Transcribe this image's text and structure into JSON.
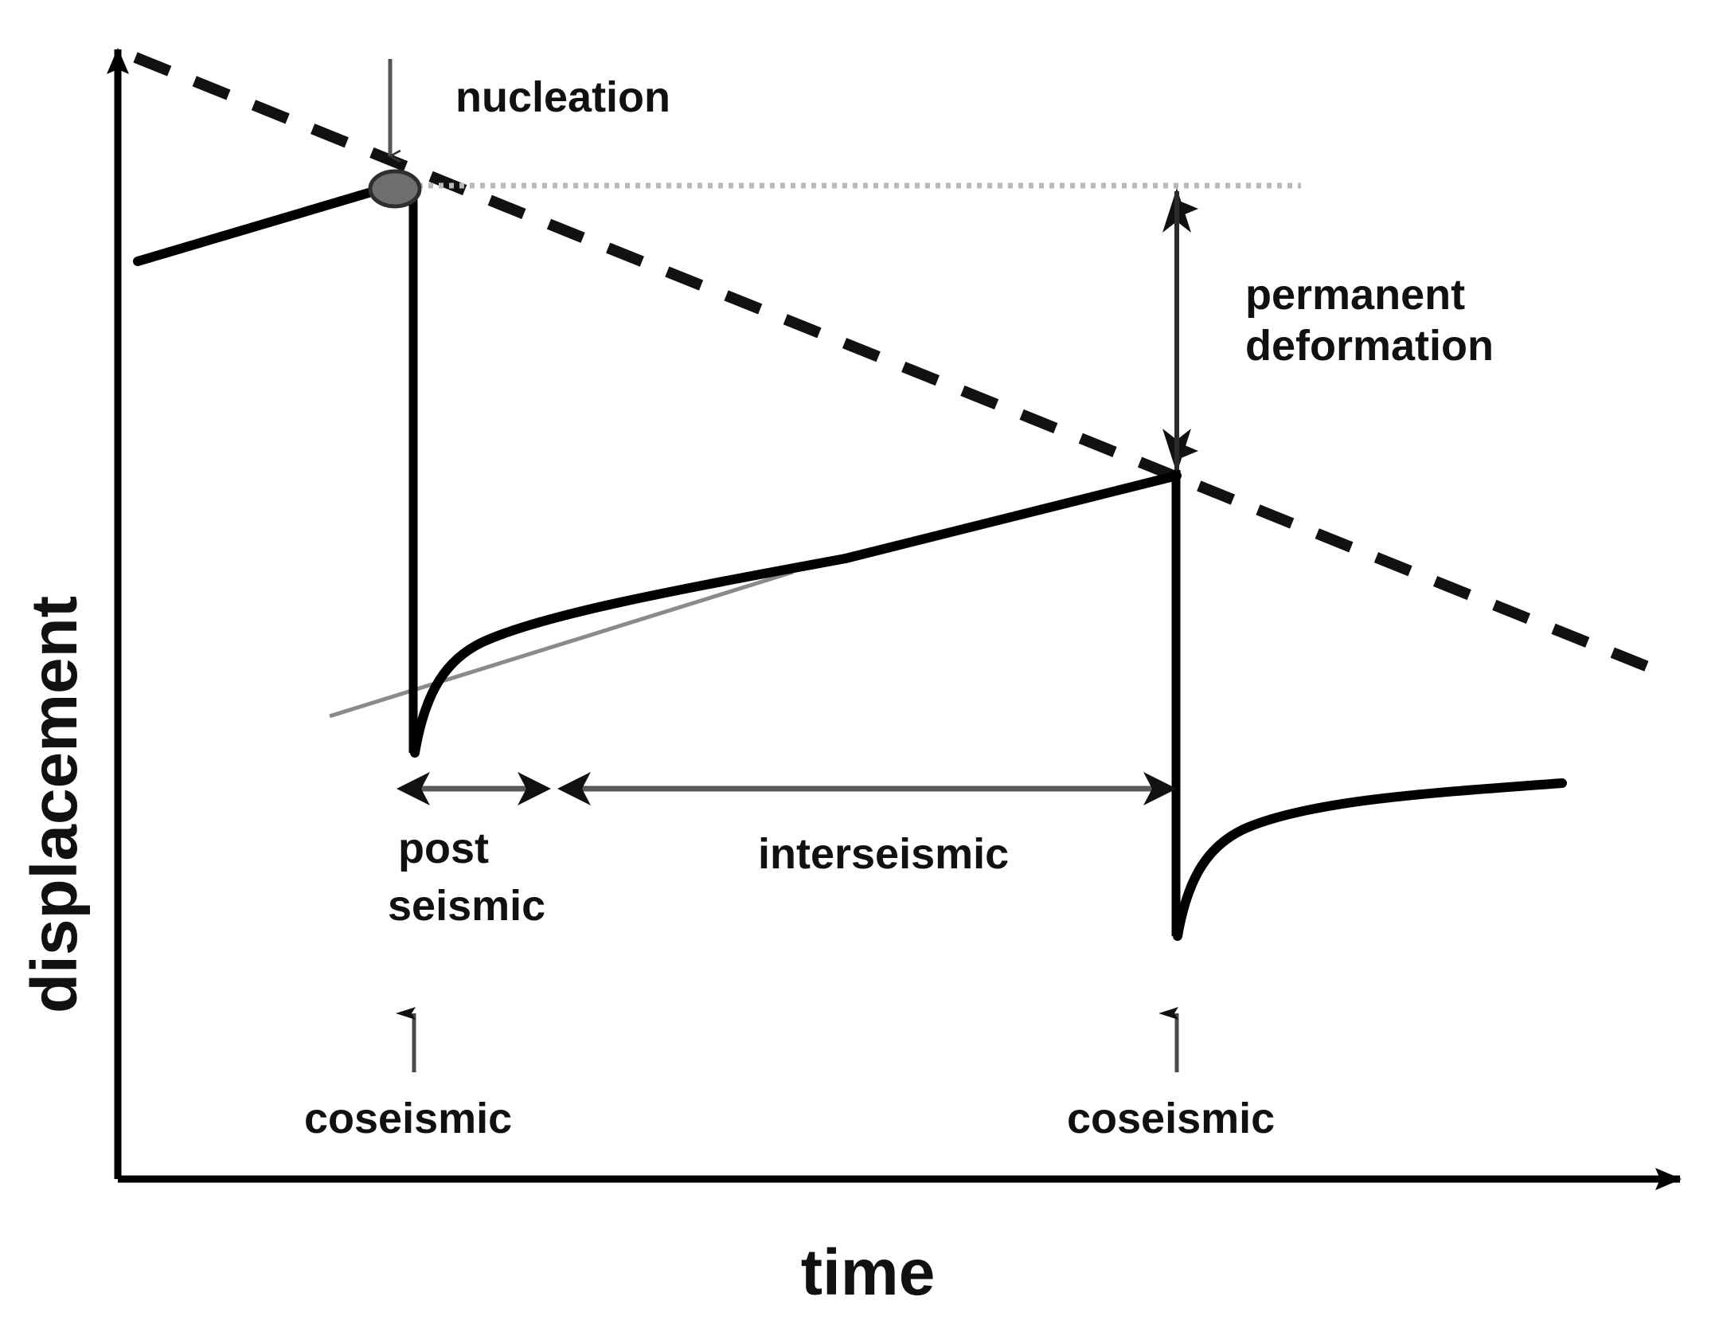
{
  "figure": {
    "title_visible": false,
    "background_color": "#ffffff",
    "line_color": "#000000",
    "accent_gray": "#6e6e6e",
    "dotted_gray": "#b9b9b9"
  },
  "axes": {
    "y_label": "displacement",
    "x_label": "time"
  },
  "annotations": {
    "nucleation": "nucleation",
    "permanent_deformation_line1": "permanent",
    "permanent_deformation_line2": "deformation",
    "post_seismic_line1": "post",
    "post_seismic_line2": "seismic",
    "interseismic": "interseismic",
    "coseismic_first": "coseismic",
    "coseismic_second": "coseismic"
  },
  "chart_data": {
    "type": "line",
    "title": "",
    "xlabel": "time",
    "ylabel": "displacement",
    "grid": false,
    "legend": "none",
    "axis_ranges": {
      "x": [
        "0",
        "time"
      ],
      "y": [
        "0",
        "displacement"
      ]
    },
    "series": [
      {
        "name": "long-term secular trend",
        "style": "dashed",
        "color": "#000000",
        "description": "Dashed straight line descending steadily from upper-left to lower-right across the full plot, representing the long-term / secular displacement trend.",
        "points": [
          [
            170,
            72
          ],
          [
            2090,
            845
          ]
        ]
      },
      {
        "name": "pre-seismic interseismic loading",
        "style": "solid",
        "color": "#000000",
        "description": "Solid line rising gently from the left edge of the plot up to the nucleation point.",
        "points": [
          [
            173,
            328
          ],
          [
            495,
            232
          ]
        ]
      },
      {
        "name": "first coseismic drop",
        "style": "solid-vertical",
        "color": "#000000",
        "description": "Abrupt vertical displacement drop at the first earthquake.",
        "points": [
          [
            520,
            232
          ],
          [
            520,
            945
          ]
        ]
      },
      {
        "name": "first postseismic relaxation",
        "style": "solid-curve",
        "color": "#000000",
        "description": "Rapid logarithmic-style recovery immediately after the first coseismic drop, flattening into the interseismic trend.",
        "points": [
          [
            520,
            945
          ],
          [
            560,
            845
          ],
          [
            640,
            800
          ],
          [
            760,
            762
          ],
          [
            1060,
            700
          ]
        ]
      },
      {
        "name": "interseismic reloading",
        "style": "solid",
        "color": "#000000",
        "description": "Steady linear accumulation of displacement between the two earthquakes.",
        "points": [
          [
            1060,
            700
          ],
          [
            1478,
            595
          ]
        ]
      },
      {
        "name": "second coseismic drop",
        "style": "solid-vertical",
        "color": "#000000",
        "description": "Abrupt vertical displacement drop at the second earthquake.",
        "points": [
          [
            1478,
            595
          ],
          [
            1478,
            1175
          ]
        ]
      },
      {
        "name": "second postseismic relaxation",
        "style": "solid-curve",
        "color": "#000000",
        "description": "Rapid recovery after the second coseismic drop, trending back upward.",
        "points": [
          [
            1478,
            1175
          ],
          [
            1520,
            1080
          ],
          [
            1600,
            1040
          ],
          [
            1720,
            1015
          ],
          [
            1960,
            985
          ]
        ]
      },
      {
        "name": "postseismic tangent guide",
        "style": "thin-gray",
        "color": "#7d7d7d",
        "description": "Faint thin straight guide line showing the interseismic slope extrapolated back through the first postseismic transient.",
        "points": [
          [
            415,
            898
          ],
          [
            995,
            718
          ]
        ]
      }
    ],
    "markers": [
      {
        "name": "nucleation-marker",
        "shape": "ellipse",
        "fill": "#6e6e6e",
        "stroke": "#3a3a3a",
        "position": [
          496,
          236
        ],
        "rx": 30,
        "ry": 21,
        "label": "nucleation"
      }
    ],
    "annotations": [
      {
        "name": "nucleation-arrow",
        "type": "arrow",
        "from": [
          490,
          72
        ],
        "to": [
          490,
          212
        ],
        "label": "nucleation"
      },
      {
        "name": "permanent-deformation-measure",
        "type": "double-arrow",
        "from": [
          1478,
          235
        ],
        "to": [
          1478,
          592
        ],
        "label": "permanent deformation",
        "reference_line": {
          "style": "dotted",
          "color": "#b9b9b9",
          "from": [
            508,
            233
          ],
          "to": [
            1632,
            233
          ]
        }
      },
      {
        "name": "post-seismic-span",
        "type": "double-arrow",
        "from": [
          500,
          990
        ],
        "to": [
          690,
          990
        ],
        "label": "post seismic"
      },
      {
        "name": "interseismic-span",
        "type": "double-arrow",
        "from": [
          706,
          990
        ],
        "to": [
          1478,
          990
        ],
        "label": "interseismic"
      },
      {
        "name": "coseismic-arrow-first",
        "type": "arrow-up",
        "from": [
          520,
          1345
        ],
        "to": [
          520,
          1250
        ],
        "label": "coseismic"
      },
      {
        "name": "coseismic-arrow-second",
        "type": "arrow-up",
        "from": [
          1478,
          1345
        ],
        "to": [
          1478,
          1250
        ],
        "label": "coseismic"
      }
    ]
  }
}
